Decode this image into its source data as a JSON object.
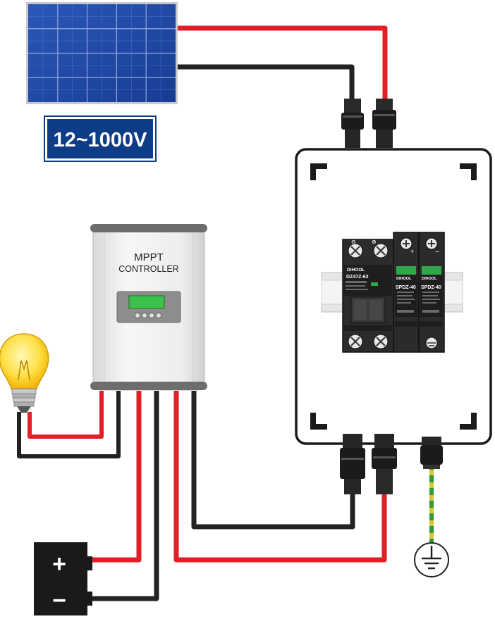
{
  "voltage_badge": {
    "text": "12~1000V"
  },
  "controller": {
    "line1": "MPPT",
    "line2": "CONTROLLER"
  },
  "breaker": {
    "brand": "DIHOOL",
    "model": "DZ47Z-63",
    "minus_mark": "⊖",
    "plus_mark": "⊕"
  },
  "spd_left": {
    "brand": "DIHOOL",
    "model": "SPDZ-40",
    "plus_mark": "+"
  },
  "spd_right": {
    "brand": "DIHOOL",
    "model": "SPDZ-40",
    "minus_mark": "−"
  },
  "battery": {
    "plus": "+",
    "minus": "−"
  },
  "colors": {
    "red_wire": "#e21e26",
    "black_wire": "#222222",
    "ground_yellow": "#d7c62a",
    "ground_green": "#2f9a3a",
    "badge_bg": "#0f3c86"
  }
}
